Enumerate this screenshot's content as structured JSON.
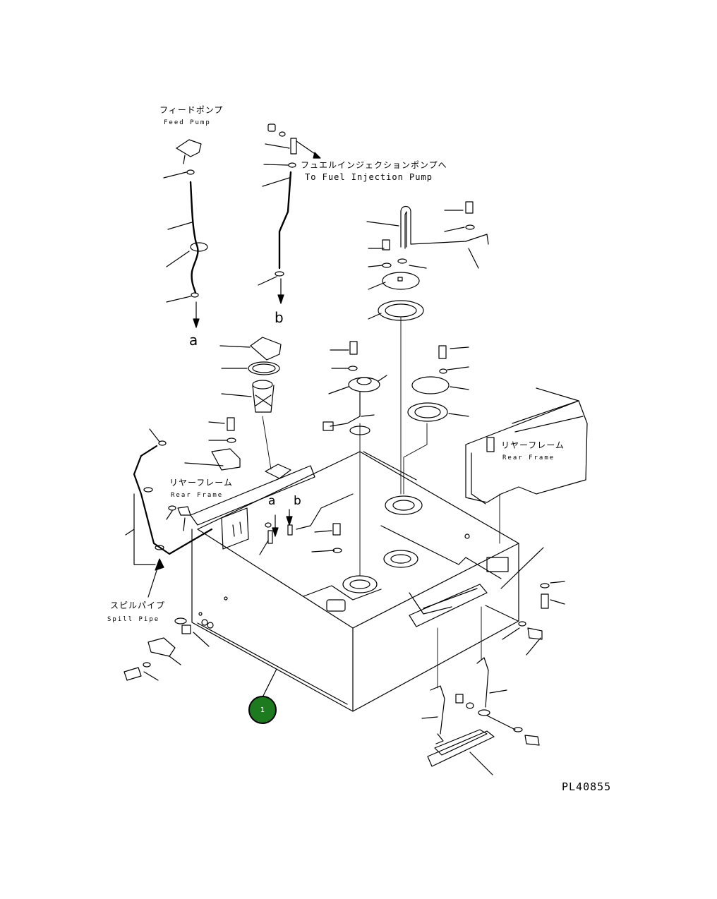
{
  "labels": {
    "feed_pump_jp": "フィードポンプ",
    "feed_pump_en": "Feed Pump",
    "fuel_injection_jp": "フュエルインジェクションポンプへ",
    "fuel_injection_en": "To Fuel Injection Pump",
    "rear_frame_left_jp": "リヤーフレーム",
    "rear_frame_left_en": "Rear Frame",
    "rear_frame_right_jp": "リヤーフレーム",
    "rear_frame_right_en": "Rear Frame",
    "spill_pipe_jp": "スピルパイプ",
    "spill_pipe_en": "Spill Pipe",
    "letter_a_top": "a",
    "letter_b_top": "b",
    "letter_a_tank": "a",
    "letter_b_tank": "b",
    "drawing_code": "PL40855"
  },
  "callout": {
    "number": "1",
    "color": "#1e7a1e"
  },
  "colors": {
    "line": "#000000",
    "background": "#ffffff"
  }
}
